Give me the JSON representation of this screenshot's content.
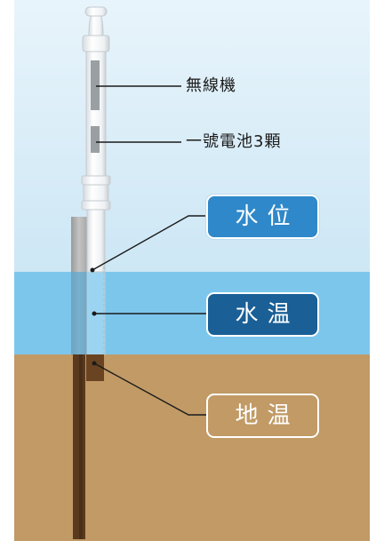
{
  "labels": {
    "radio": "無線機",
    "battery": "一號電池3顆",
    "water_level": "水位",
    "water_temp": "水温",
    "ground_temp": "地温"
  },
  "colors": {
    "sky_top": "#e6f3fa",
    "sky_bottom": "#cfe8f5",
    "water": "#7cc6ec",
    "ground": "#c19a66",
    "pipe_dark": "#5a3a1e",
    "label_water_level": "#2f88c9",
    "label_water_temp": "#1a5f96"
  }
}
